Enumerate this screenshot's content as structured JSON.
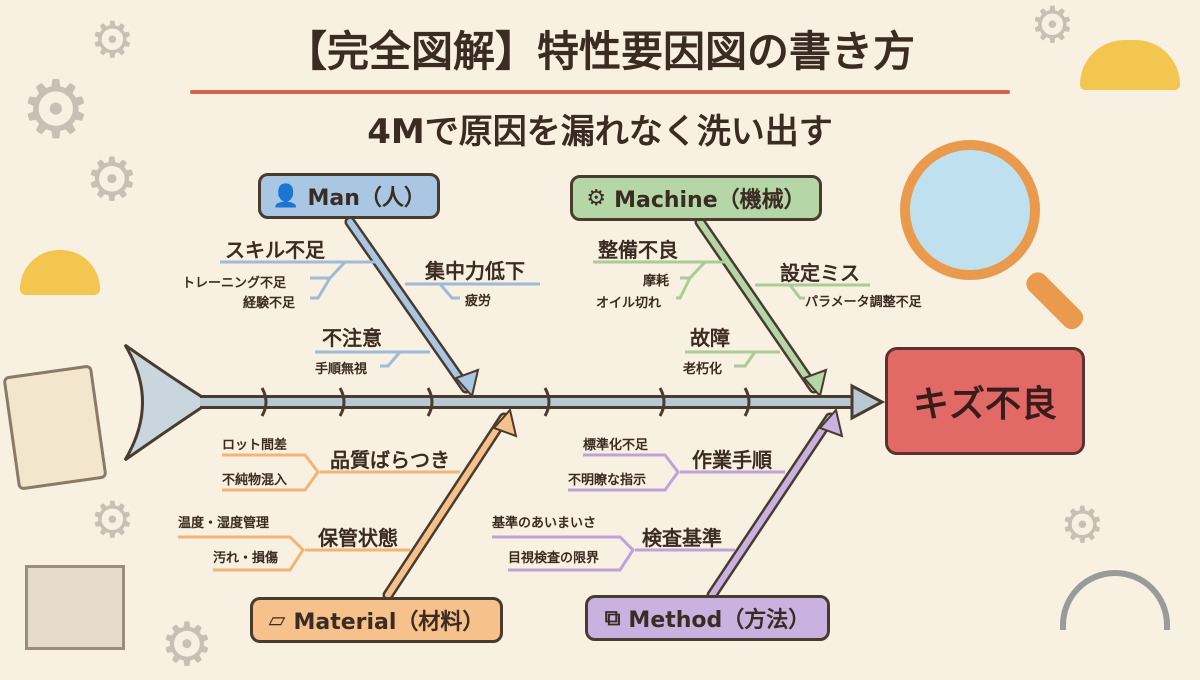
{
  "header": {
    "title": "【完全図解】特性要因図の書き方",
    "subtitle": "4Mで原因を漏れなく洗い出す"
  },
  "effect": {
    "label": "キズ不良"
  },
  "categories": {
    "man": {
      "label": "Man（人）",
      "icon": "person-icon",
      "color": "#a9c6e3",
      "causes": [
        {
          "label": "スキル不足",
          "subs": [
            "トレーニング不足",
            "経験不足"
          ]
        },
        {
          "label": "集中力低下",
          "subs": [
            "疲労"
          ]
        },
        {
          "label": "不注意",
          "subs": [
            "手順無視"
          ]
        }
      ]
    },
    "machine": {
      "label": "Machine（機械）",
      "icon": "gear-icon",
      "color": "#b5d6a6",
      "causes": [
        {
          "label": "整備不良",
          "subs": [
            "摩耗",
            "オイル切れ"
          ]
        },
        {
          "label": "設定ミス",
          "subs": [
            "パラメータ調整不足"
          ]
        },
        {
          "label": "故障",
          "subs": [
            "老朽化"
          ]
        }
      ]
    },
    "material": {
      "label": "Material（材料）",
      "icon": "block-icon",
      "color": "#f6c18a",
      "causes": [
        {
          "label": "品質ばらつき",
          "subs": [
            "ロット間差",
            "不純物混入"
          ]
        },
        {
          "label": "保管状態",
          "subs": [
            "温度・湿度管理",
            "汚れ・損傷"
          ]
        }
      ]
    },
    "method": {
      "label": "Method（方法）",
      "icon": "flowchart-icon",
      "color": "#c9b2e0",
      "causes": [
        {
          "label": "作業手順",
          "subs": [
            "標準化不足",
            "不明瞭な指示"
          ]
        },
        {
          "label": "検査基準",
          "subs": [
            "基準のあいまいさ",
            "目視検査の限界"
          ]
        }
      ]
    }
  },
  "colors": {
    "effect": "#e26a66",
    "background": "#f8f0e0",
    "title_underline": "#d9614f"
  }
}
